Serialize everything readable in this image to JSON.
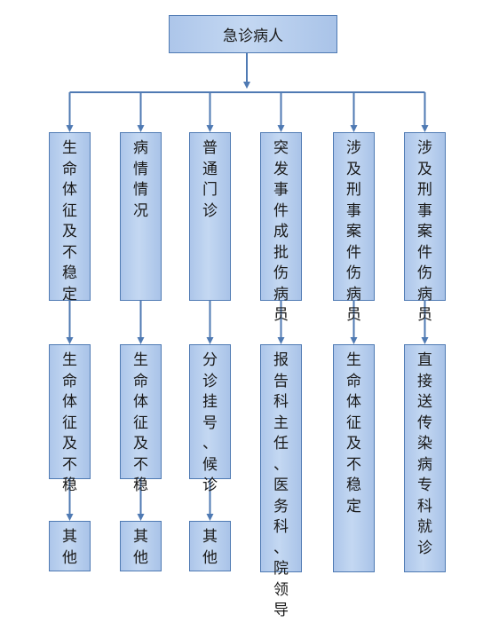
{
  "root": {
    "label": "急诊病人"
  },
  "columns": [
    {
      "category": "生命体征及不稳定",
      "action": "生命体征及不稳",
      "result": "其他"
    },
    {
      "category": "病情情况",
      "action": "生命体征及不稳",
      "result": "其他"
    },
    {
      "category": "普通门诊",
      "action": "分诊挂号、候诊",
      "result": "其他"
    },
    {
      "category": "突发事件成批伤病员",
      "action": "报告科主任、医务科、院领导",
      "result": null
    },
    {
      "category": "涉及刑事案件伤病员",
      "action": "生命体征及不稳定",
      "result": null
    },
    {
      "category": "涉及刑事案件伤病员",
      "action": "直接送传染病专科就诊",
      "result": null
    }
  ],
  "colors": {
    "box_border": "#4f7ab3",
    "box_fill": "#b8cfee",
    "connector": "#4f7ab3"
  }
}
